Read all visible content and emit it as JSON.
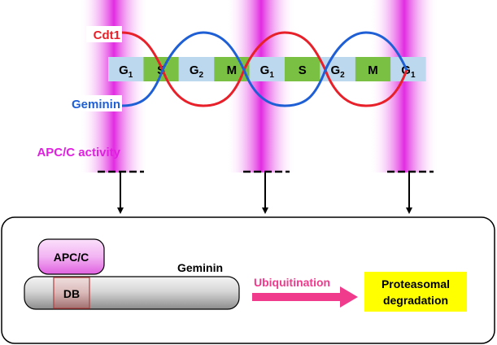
{
  "labels": {
    "cdt1": "Cdt1",
    "geminin_curve": "Geminin",
    "apc_activity": "APC/C activity"
  },
  "phases": [
    {
      "main": "G",
      "sub": "1"
    },
    {
      "main": "S",
      "sub": ""
    },
    {
      "main": "G",
      "sub": "2"
    },
    {
      "main": "M",
      "sub": ""
    },
    {
      "main": "G",
      "sub": "1"
    },
    {
      "main": "S",
      "sub": ""
    },
    {
      "main": "G",
      "sub": "2"
    },
    {
      "main": "M",
      "sub": ""
    },
    {
      "main": "G",
      "sub": "1"
    }
  ],
  "mechanism": {
    "apcc": "APC/C",
    "db": "DB",
    "geminin_protein": "Geminin",
    "ubiquitination": "Ubiquitination",
    "degradation_line1": "Proteasomal",
    "degradation_line2": "degradation"
  },
  "colors": {
    "cdt1": "#e8202a",
    "geminin": "#1f5fd6",
    "apc_band": "#e020e0",
    "phase_g": "#bcd8ee",
    "phase_sm": "#7ac143",
    "arrow": "#f03a8c",
    "degradation_box": "#ffff00"
  }
}
